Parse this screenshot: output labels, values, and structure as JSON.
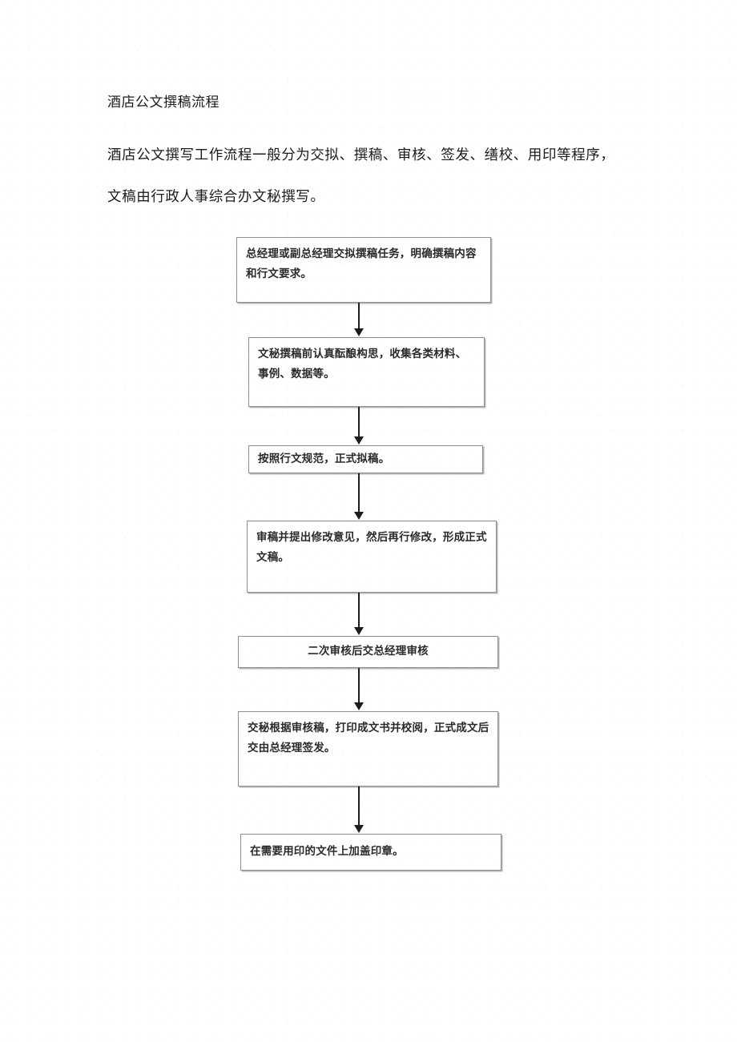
{
  "document": {
    "title": "酒店公文撰稿流程",
    "paragraph": "酒店公文撰写工作流程一般分为交拟、撰稿、审核、签发、缮校、用印等程序，文稿由行政人事综合办文秘撰写。"
  },
  "flowchart": {
    "type": "vertical-flow",
    "arrow_label": "down-arrow",
    "nodes": [
      {
        "id": "step-1",
        "text": "总经理或副总经理交拟撰稿任务，明确撰稿内容和行文要求。",
        "align": "left"
      },
      {
        "id": "step-2",
        "text": "文秘撰稿前认真酝酿构思，收集各类材料、事例、数据等。",
        "align": "left"
      },
      {
        "id": "step-3",
        "text": "按照行文规范，正式拟稿。",
        "align": "left"
      },
      {
        "id": "step-4",
        "text": "审稿并提出修改意见，然后再行修改，形成正式文稿。",
        "align": "left"
      },
      {
        "id": "step-5",
        "text": "二次审核后交总经理审核",
        "align": "center"
      },
      {
        "id": "step-6",
        "text": "交秘根据审核稿，打印成文书并校阅，正式成文后交由总经理签发。",
        "align": "left"
      },
      {
        "id": "step-7",
        "text": "在需要用印的文件上加盖印章。",
        "align": "left"
      }
    ]
  },
  "colors": {
    "page_background": "#ffffff",
    "text": "#1b1b1b",
    "node_border": "#8e8e8e",
    "node_text": "#2a2a2a",
    "connector": "#1d1d1d"
  }
}
